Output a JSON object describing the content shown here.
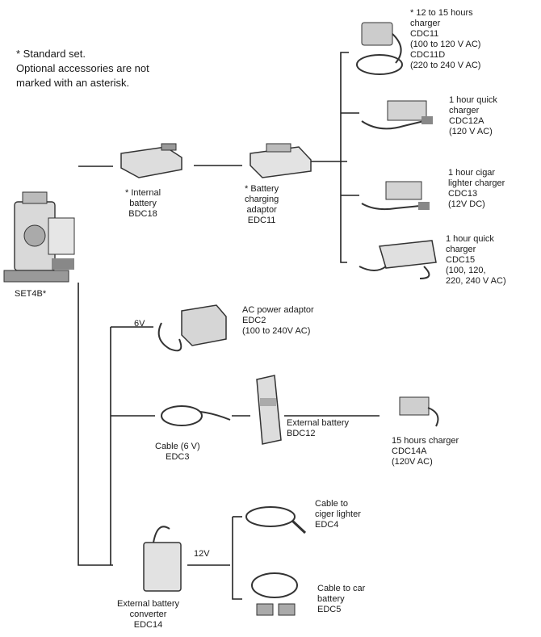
{
  "note": {
    "line1": "* Standard set.",
    "line2": "Optional accessories are not",
    "line3": "marked with an asterisk."
  },
  "main_unit": {
    "label": "SET4B*"
  },
  "voltage_6v": "6V",
  "voltage_12v": "12V",
  "items": {
    "internal_battery": "* Internal\nbattery\nBDC18",
    "charging_adaptor": "* Battery\ncharging\nadaptor\nEDC11",
    "charger_cdc11": "* 12 to 15 hours\ncharger\nCDC11\n(100 to 120 V AC)\nCDC11D\n(220 to 240 V AC)",
    "charger_cdc12a": "1 hour quick\ncharger\nCDC12A\n(120 V AC)",
    "charger_cdc13": "1 hour cigar\nlighter charger\nCDC13\n(12V DC)",
    "charger_cdc15": "1 hour quick\ncharger\nCDC15\n(100, 120,\n220, 240 V AC)",
    "ac_adaptor": "AC power adaptor\nEDC2\n(100 to 240V AC)",
    "cable_edc3": "Cable (6 V)\nEDC3",
    "external_battery_bdc12": "External battery\nBDC12",
    "charger_cdc14a": "15 hours charger\nCDC14A\n(120V AC)",
    "converter_edc14": "External battery\nconverter\nEDC14",
    "cable_edc4": "Cable to\nciger lighter\nEDC4",
    "cable_edc5": "Cable to car\nbattery\nEDC5"
  }
}
